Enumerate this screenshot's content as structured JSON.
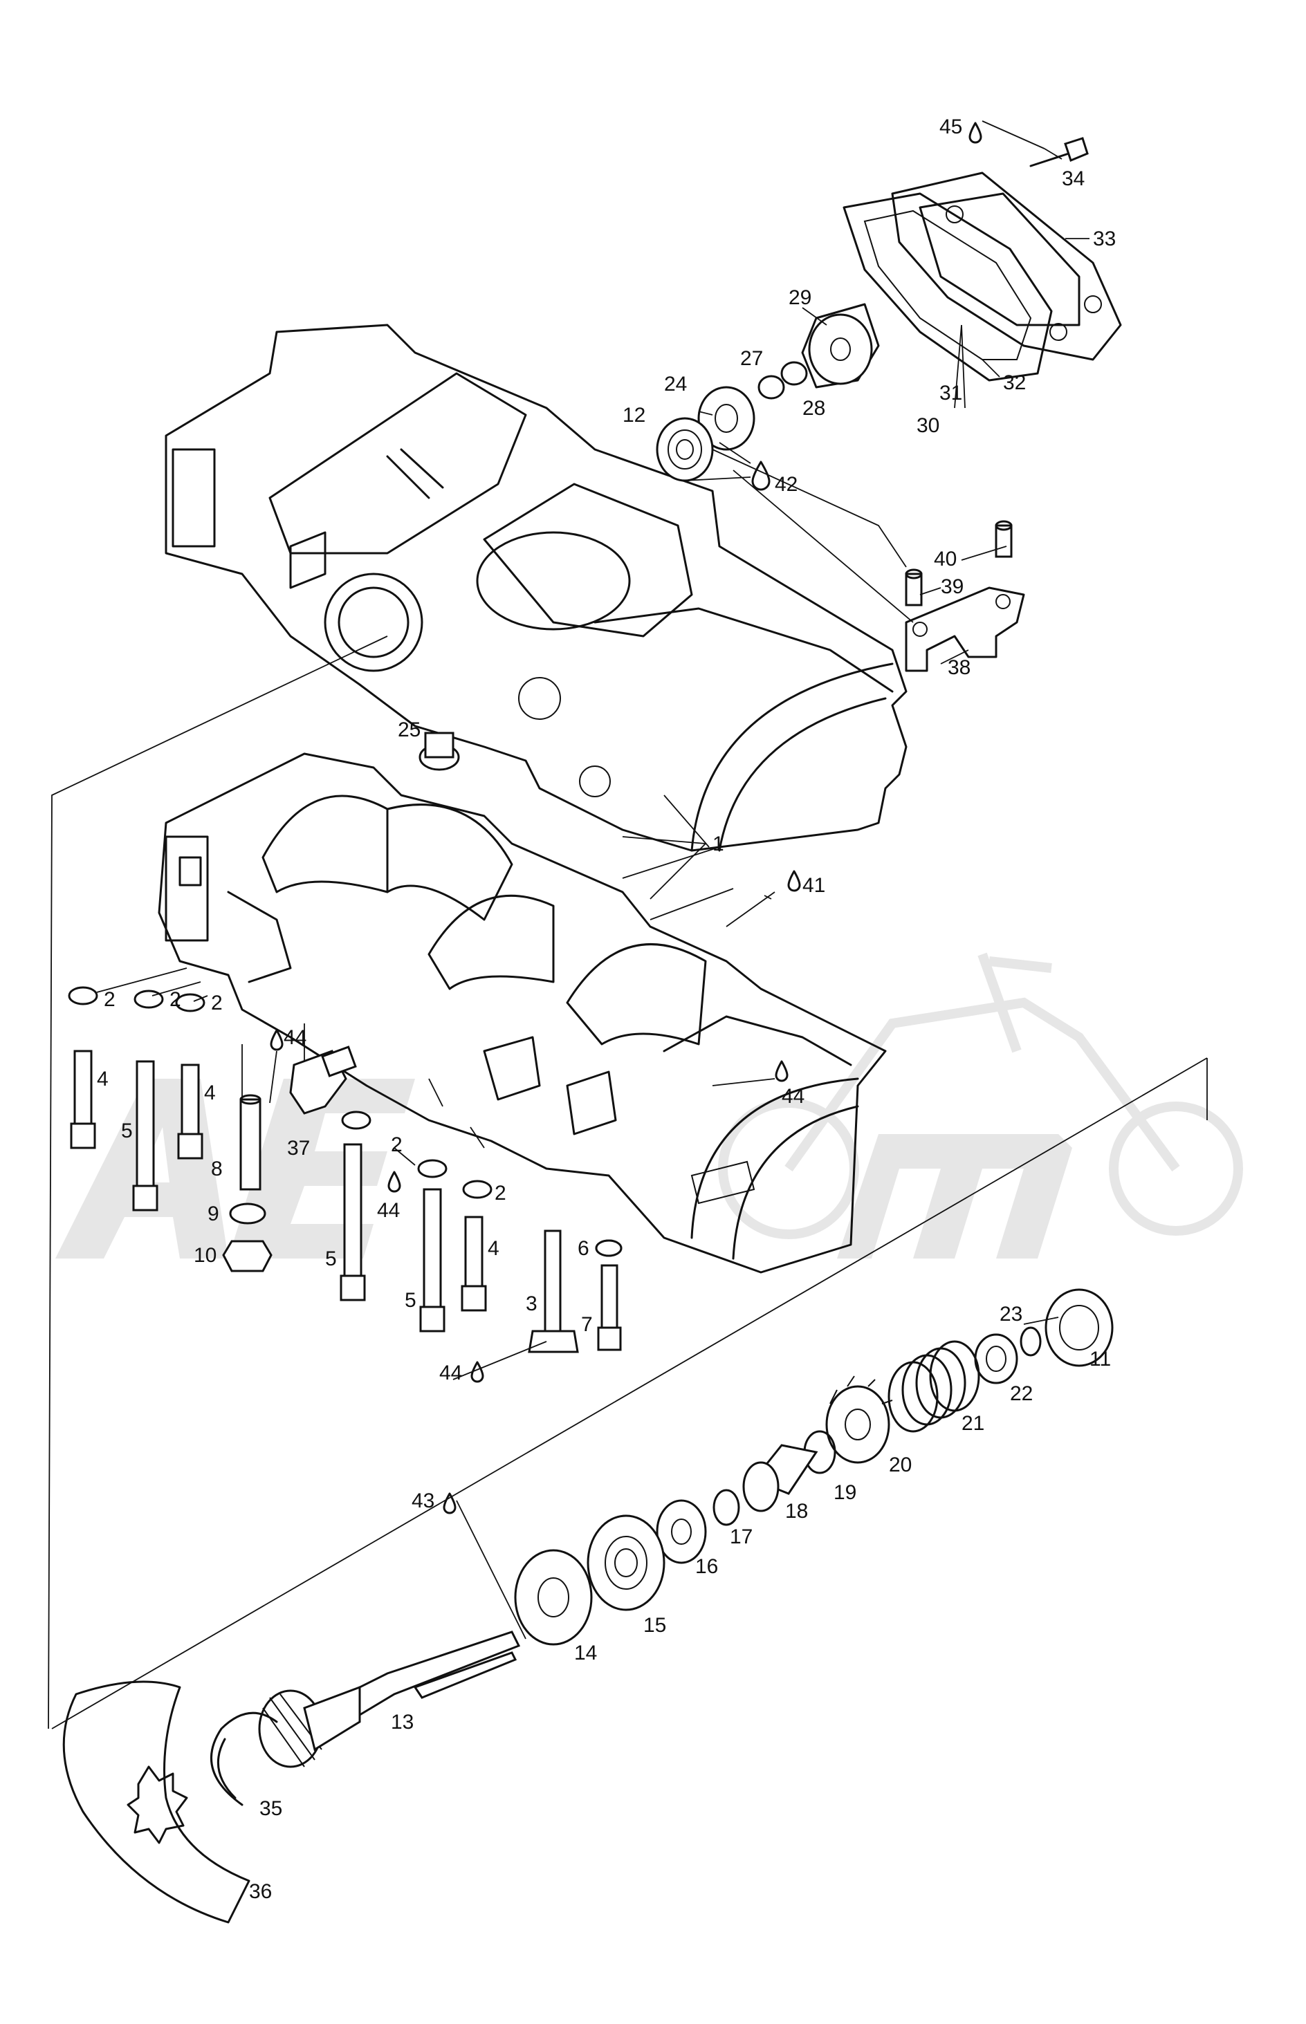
{
  "callouts": {
    "c1": "1",
    "c2": "2",
    "c3": "3",
    "c4": "4",
    "c5": "5",
    "c6": "6",
    "c7": "7",
    "c8": "8",
    "c9": "9",
    "c10": "10",
    "c11": "11",
    "c12": "12",
    "c13": "13",
    "c14": "14",
    "c15": "15",
    "c16": "16",
    "c17": "17",
    "c18": "18",
    "c19": "19",
    "c20": "20",
    "c21": "21",
    "c22": "22",
    "c23": "23",
    "c24": "24",
    "c25": "25",
    "c27": "27",
    "c28": "28",
    "c29": "29",
    "c30": "30",
    "c31": "31",
    "c32": "32",
    "c33": "33",
    "c34": "34",
    "c35": "35",
    "c36": "36",
    "c37": "37",
    "c38": "38",
    "c39": "39",
    "c40": "40",
    "c41": "41",
    "c42": "42",
    "c43": "43",
    "c44": "44",
    "c45": "45"
  },
  "watermark": {
    "icon": "motorcycle-icon"
  },
  "colors": {
    "line": "#111111",
    "background": "#ffffff",
    "watermark": "#e6e6e6"
  }
}
